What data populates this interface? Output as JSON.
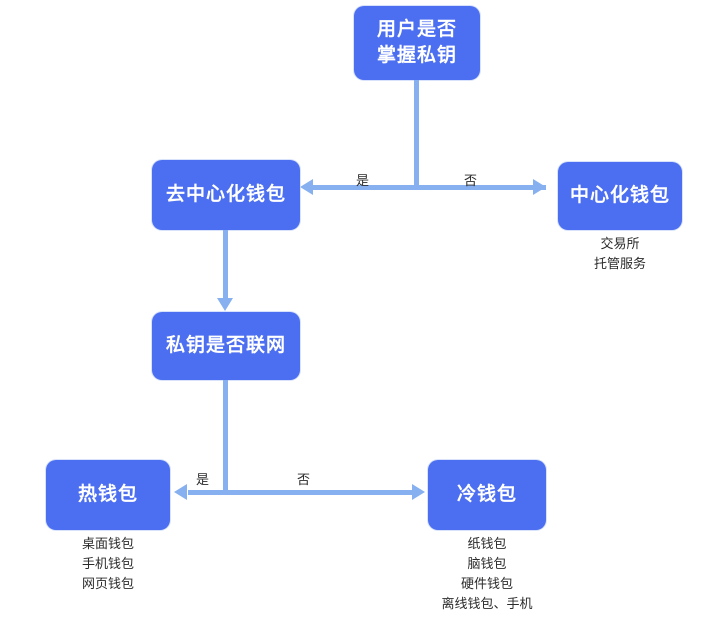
{
  "diagram": {
    "title_node": {
      "id": "user-holds-private-key",
      "line1": "用户是否",
      "line2": "掌握私钥"
    },
    "nodes": [
      {
        "id": "decentralized-wallet",
        "label": "去中心化钱包"
      },
      {
        "id": "centralized-wallet",
        "label": "中心化钱包"
      },
      {
        "id": "private-key-online",
        "label": "私钥是否联网"
      },
      {
        "id": "hot-wallet",
        "label": "热钱包"
      },
      {
        "id": "cold-wallet",
        "label": "冷钱包"
      }
    ],
    "sublists": {
      "centralized": {
        "line1": "交易所",
        "line2": "托管服务"
      },
      "hot": {
        "line1": "桌面钱包",
        "line2": "手机钱包",
        "line3": "网页钱包"
      },
      "cold": {
        "line1": "纸钱包",
        "line2": "脑钱包",
        "line3": "硬件钱包",
        "line4": "离线钱包、手机"
      }
    },
    "edge_labels": {
      "branch1_yes": "是",
      "branch1_no": "否",
      "branch2_yes": "是",
      "branch2_no": "否"
    },
    "colors": {
      "node_fill": "#4c6ef0",
      "node_text": "#ffffff",
      "connector": "#86b0f0",
      "background": "#ffffff",
      "sub_text": "#2b2b2b"
    }
  }
}
